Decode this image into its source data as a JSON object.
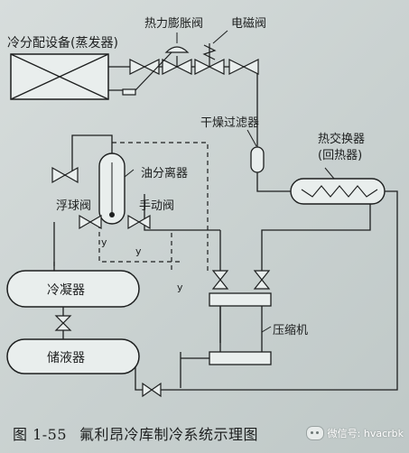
{
  "figure": {
    "number": "图 1-55",
    "caption": "氟利昂冷库制冷系统示理图"
  },
  "watermark": "微信号: hvacrbk",
  "labels": {
    "evaporator": "冷分配设备(蒸发器)",
    "thermal_expansion_valve": "热力膨胀阀",
    "solenoid_valve": "电磁阀",
    "filter_drier": "干燥过滤器",
    "heat_exchanger_line1": "热交换器",
    "heat_exchanger_line2": "(回热器)",
    "oil_separator": "油分离器",
    "float_valve": "浮球阀",
    "manual_valve": "手动阀",
    "condenser": "冷凝器",
    "receiver": "储液器",
    "compressor": "压缩机",
    "y_left": "y",
    "y_center": "y",
    "y_right": "y"
  },
  "colors": {
    "ink": "#1d1f1f",
    "vessel_fill": "#e9eeed",
    "background": "#cfd6d5"
  }
}
